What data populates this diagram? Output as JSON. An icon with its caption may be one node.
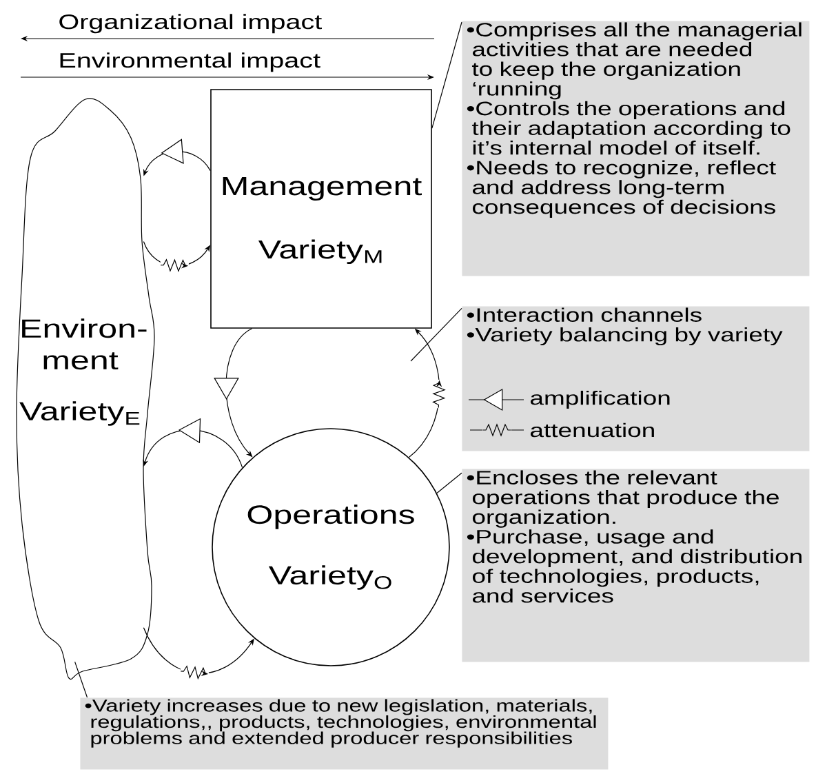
{
  "diagram": {
    "nodes": [
      {
        "text": [
          "Environ- ment",
          "Variety$_{E}$"
        ]
      },
      {
        "text": [
          "Management",
          "Variety$_{M}$"
        ]
      },
      {
        "text": [
          "Operations",
          "Variety$_{O}$"
        ]
      },
      {
        "text": [
          "•Comprises all the managerial activities that are needed to keep the organization ‘running",
          "•Controls the operations and their adaptation according to it’s internal model of itself.",
          "•Needs to recognize, reflect and address long-term consequences of decisions"
        ]
      },
      {
        "text": [
          "•Interaction channels",
          "•Variety balancing by variety"
        ]
      },
      {
        "text": [
          "•Encloses the relevant operations that produce the organization.",
          "•Purchase, usage and development, and distribution of technologies, products, and services"
        ]
      },
      {
        "text": [
          "•Variety increases due to new legislation, materials, regulations,, products, technologies, environmental problems and extended producer responsibilities"
        ]
      }
    ],
    "edges": [
      {
        "from": 1,
        "to": 0,
        "arrow": "to"
      },
      {
        "from": 0,
        "to": 1,
        "arrow": "to"
      },
      {
        "from": 1,
        "to": 2,
        "arrow": "to"
      },
      {
        "from": 2,
        "to": 1,
        "arrow": "to"
      },
      {
        "from": 2,
        "to": 0,
        "arrow": "to"
      },
      {
        "from": 0,
        "to": 2,
        "arrow": "to"
      },
      {
        "from": 3,
        "to": 1,
        "arrow": "none"
      },
      {
        "from": 4,
        "to": null,
        "arrow": "none"
      },
      {
        "from": 5,
        "to": 2,
        "arrow": "none"
      },
      {
        "from": 6,
        "to": 0,
        "arrow": "none"
      }
    ],
    "labels": [
      "Organizational impact",
      "Environmental impact"
    ],
    "legend": [
      {
        "text": "amplification"
      },
      {
        "text": "attenuation"
      }
    ]
  }
}
